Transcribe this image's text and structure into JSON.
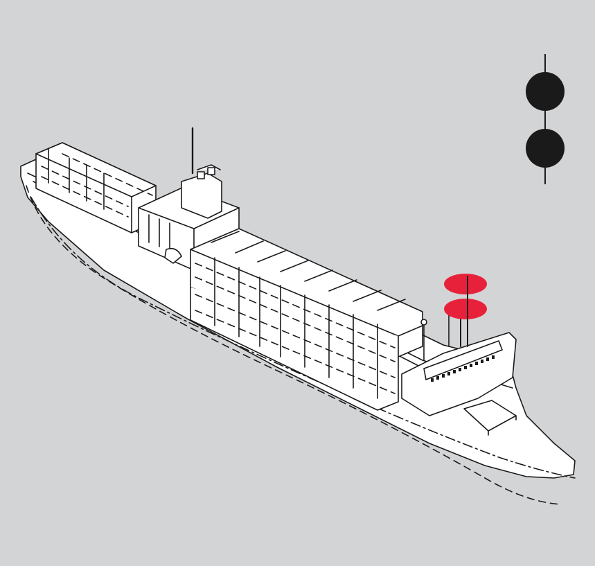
{
  "colors": {
    "background": "#d3d4d6",
    "line": "#1a1a1a",
    "light_red": "#e8213a",
    "day_signal": "#1a1a1a",
    "fill_white": "#ffffff"
  },
  "figure": {
    "subject": "container-ship-icon",
    "lights": [
      {
        "name": "upper-red-light",
        "color": "red"
      },
      {
        "name": "lower-red-light",
        "color": "red"
      }
    ],
    "day_shapes": [
      {
        "name": "upper-black-ball",
        "shape": "ball"
      },
      {
        "name": "lower-black-ball",
        "shape": "ball"
      }
    ]
  }
}
